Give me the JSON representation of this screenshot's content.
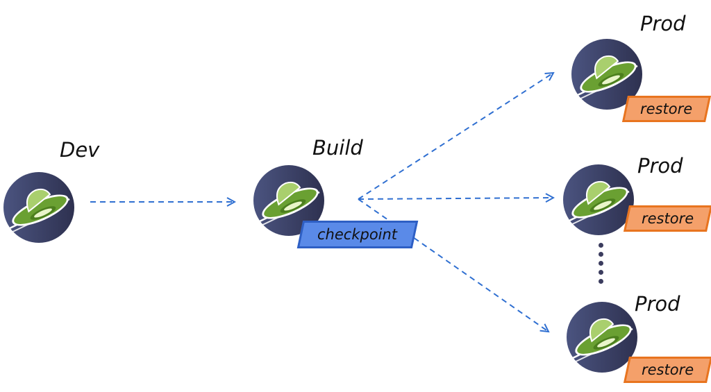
{
  "nodes": {
    "dev": {
      "label": "Dev"
    },
    "build": {
      "label": "Build",
      "tag": "checkpoint"
    },
    "prod": [
      {
        "label": "Prod",
        "tag": "restore"
      },
      {
        "label": "Prod",
        "tag": "restore"
      },
      {
        "label": "Prod",
        "tag": "restore"
      }
    ]
  },
  "colors": {
    "arrow": "#2f6fd1",
    "logo_bg": "#34385a",
    "logo_green": "#6aa032",
    "checkpoint_fill": "#5a8ae8",
    "restore_fill": "#f4a06a"
  },
  "icons": {
    "logo": "ufo-logo-icon",
    "ellipsis": "vertical-dots-icon"
  }
}
